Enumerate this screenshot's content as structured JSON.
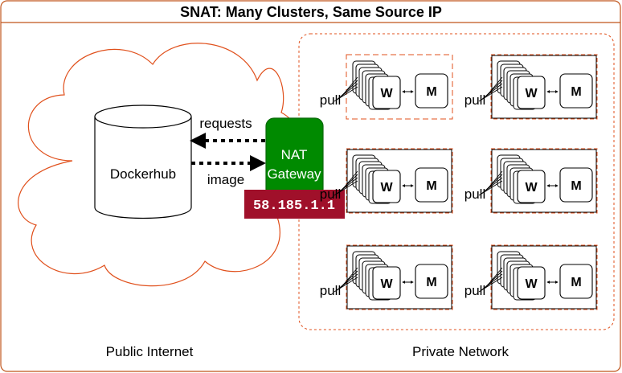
{
  "title": "SNAT: Many Clusters, Same Source IP",
  "colors": {
    "frame": "#c0541a",
    "cloud": "#e0501c",
    "nat_fill": "#008a00",
    "nat_stroke": "#0a6a0a",
    "ip_fill": "#a0102a",
    "text": "#000000",
    "white": "#ffffff"
  },
  "public": {
    "label": "Public Internet",
    "registry": "Dockerhub",
    "arrow_requests": "requests",
    "arrow_image": "image"
  },
  "nat": {
    "label_line1": "NAT",
    "label_line2": "Gateway",
    "ip": "58.185.1.1"
  },
  "private": {
    "label": "Private Network",
    "clusters": [
      {
        "worker": "W",
        "master": "M",
        "pull": "pull"
      },
      {
        "worker": "W",
        "master": "M",
        "pull": "pull"
      },
      {
        "worker": "W",
        "master": "M",
        "pull": "pull"
      },
      {
        "worker": "W",
        "master": "M",
        "pull": "pull"
      },
      {
        "worker": "W",
        "master": "M",
        "pull": "pull"
      },
      {
        "worker": "W",
        "master": "M",
        "pull": "pull"
      }
    ]
  }
}
